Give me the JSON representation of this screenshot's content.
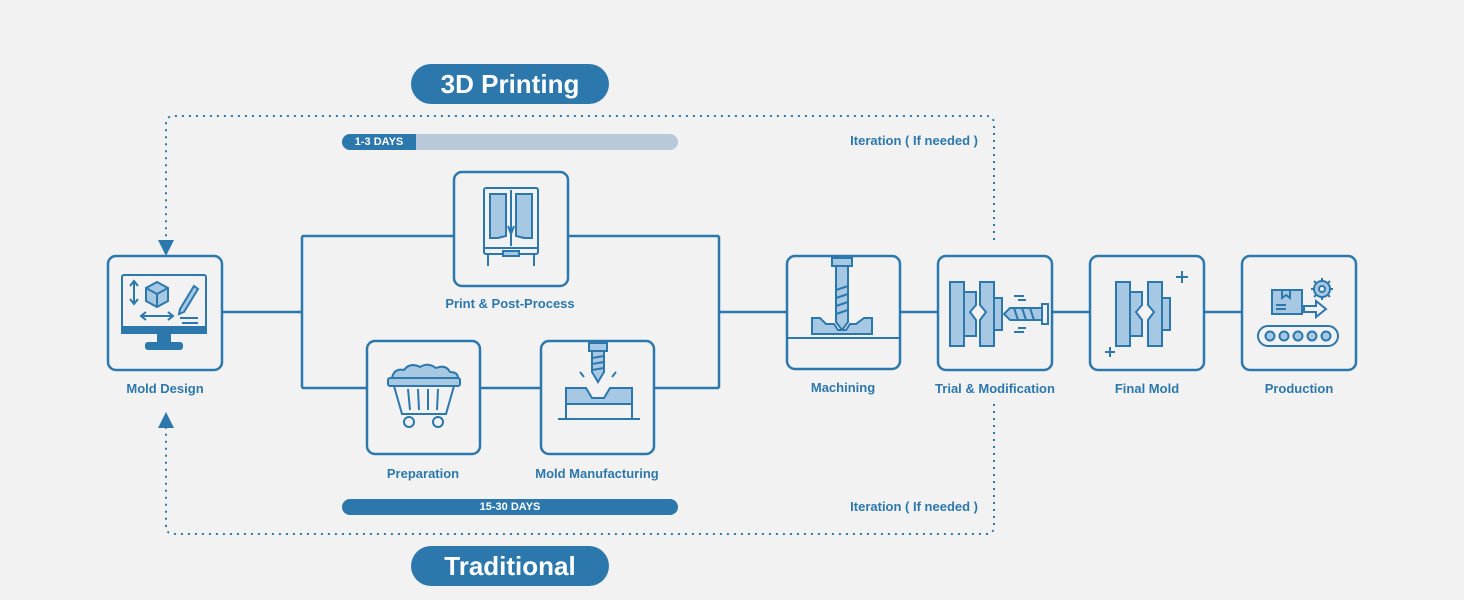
{
  "title_top": "3D Printing",
  "title_bottom": "Traditional",
  "timeline_top": {
    "label": "1-3 DAYS",
    "fill_fraction": 0.22
  },
  "timeline_bottom": {
    "label": "15-30 DAYS",
    "fill_fraction": 1.0
  },
  "iteration_top": "Iteration ( If needed )",
  "iteration_bottom": "Iteration ( If needed )",
  "steps": {
    "mold_design": "Mold Design",
    "print_post_process": "Print & Post-Process",
    "preparation": "Preparation",
    "mold_manufacturing": "Mold Manufacturing",
    "machining": "Machining",
    "trial_modification": "Trial & Modification",
    "final_mold": "Final Mold",
    "production": "Production"
  },
  "colors": {
    "primary": "#2c78ad",
    "light_bar": "#b9c9d9",
    "icon_fill": "#a7c8e3",
    "background": "#f2f2f2"
  }
}
